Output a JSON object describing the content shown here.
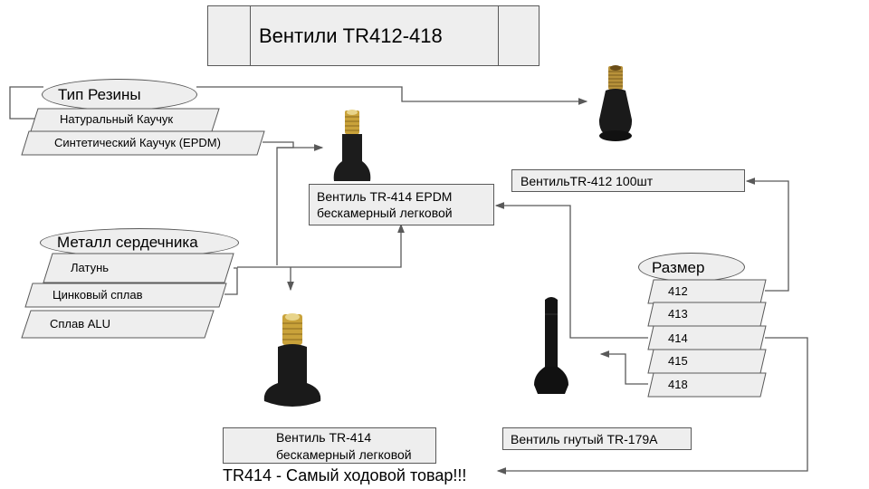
{
  "title": "Вентили TR412-418",
  "groups": {
    "rubber": {
      "label": "Тип Резины",
      "options": [
        "Натуральный Каучук",
        "Синтетический Каучук (EPDM)"
      ]
    },
    "metal": {
      "label": "Металл сердечника",
      "options": [
        "Латунь",
        "Цинковый сплав",
        "Сплав ALU"
      ]
    },
    "size": {
      "label": "Размер",
      "options": [
        "412",
        "413",
        "414",
        "415",
        "418"
      ]
    }
  },
  "products": {
    "tr414_epdm": {
      "line1": "Вентиль TR-414 EPDM",
      "line2": "бескамерный легковой"
    },
    "tr412": {
      "label": "ВентильTR-412 100шт"
    },
    "tr414": {
      "line1": "Вентиль TR-414",
      "line2": "бескамерный легковой"
    },
    "tr179a": {
      "label": "Вентиль гнутый TR-179A"
    }
  },
  "images": {
    "tr412": "valve-short-brass-icon",
    "tr414_epdm": "valve-tall-brass-icon",
    "tr414": "valve-tall-brass-icon",
    "tr179a": "valve-rubber-snap-in-icon"
  },
  "footer_note": "TR414 -   Самый ходовой товар!!!",
  "colors": {
    "box_fill": "#eeeeee",
    "stroke": "#595959",
    "brass": "#c9a23a",
    "rubber": "#1a1a1a"
  }
}
